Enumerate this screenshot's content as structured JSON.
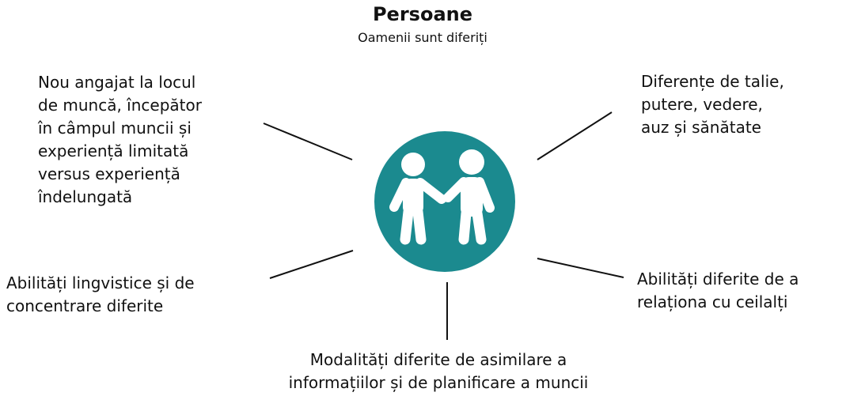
{
  "title": "Persoane",
  "subtitle": "Oamenii sunt diferiți",
  "center": {
    "icon": "two-people-icon",
    "circle_color": "#1b8a8f",
    "figure_color": "#ffffff"
  },
  "labels": {
    "top_left": "Nou angajat la locul\nde muncă, începător\nîn câmpul muncii și\nexperiență limitată\nversus experiență\nîndelungată",
    "top_right": "Diferențe de  talie,\nputere, vedere,\nauz și sănătate",
    "middle_left": "Abilități lingvistice și de\nconcentrare diferite",
    "middle_right": "Abilități diferite de a\nrelaționa cu ceilalți",
    "bottom": "Modalități diferite de asimilare a\ninformațiilor și de planificare a muncii"
  }
}
